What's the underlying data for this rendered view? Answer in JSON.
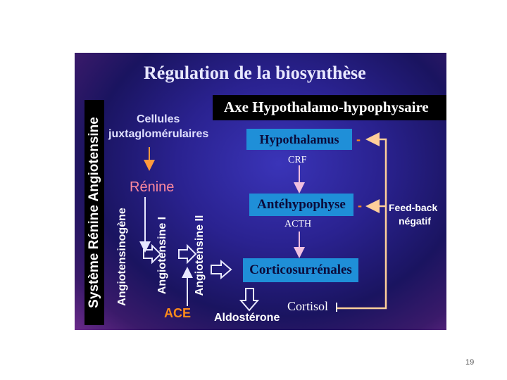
{
  "slide": {
    "title": "Régulation de la biosynthèse",
    "axis_heading": "Axe Hypothalamo-hypophysaire",
    "side_label": "Système Rénine Angiotensine",
    "cells_line1": "Cellules",
    "cells_line2": "juxtaglomérulaires",
    "renin": "Rénine",
    "angiotensinogen": "Angiotensinogène",
    "angiotensin1": "Angiotensine I",
    "angiotensin2": "Angiotensine II",
    "ace": "ACE",
    "aldosterone": "Aldostérone",
    "hypothalamus": "Hypothalamus",
    "crf": "CRF",
    "antehypophyse": "Antéhypophyse",
    "acth": "ACTH",
    "corticosurrenales": "Corticosurrénales",
    "cortisol": "Cortisol",
    "feedback_line1": "Feed-back",
    "feedback_line2": "négatif",
    "minus_sign_1": "-",
    "minus_sign_2": "-"
  },
  "page_number": "19",
  "colors": {
    "background": "#2a2290",
    "box_fill": "#1f8fd8",
    "feedback_arrow": "#ffcf9a",
    "renin_color": "#ff8a9e",
    "ace_color": "#ff8c1a",
    "minus_color": "#ff8c1a"
  }
}
